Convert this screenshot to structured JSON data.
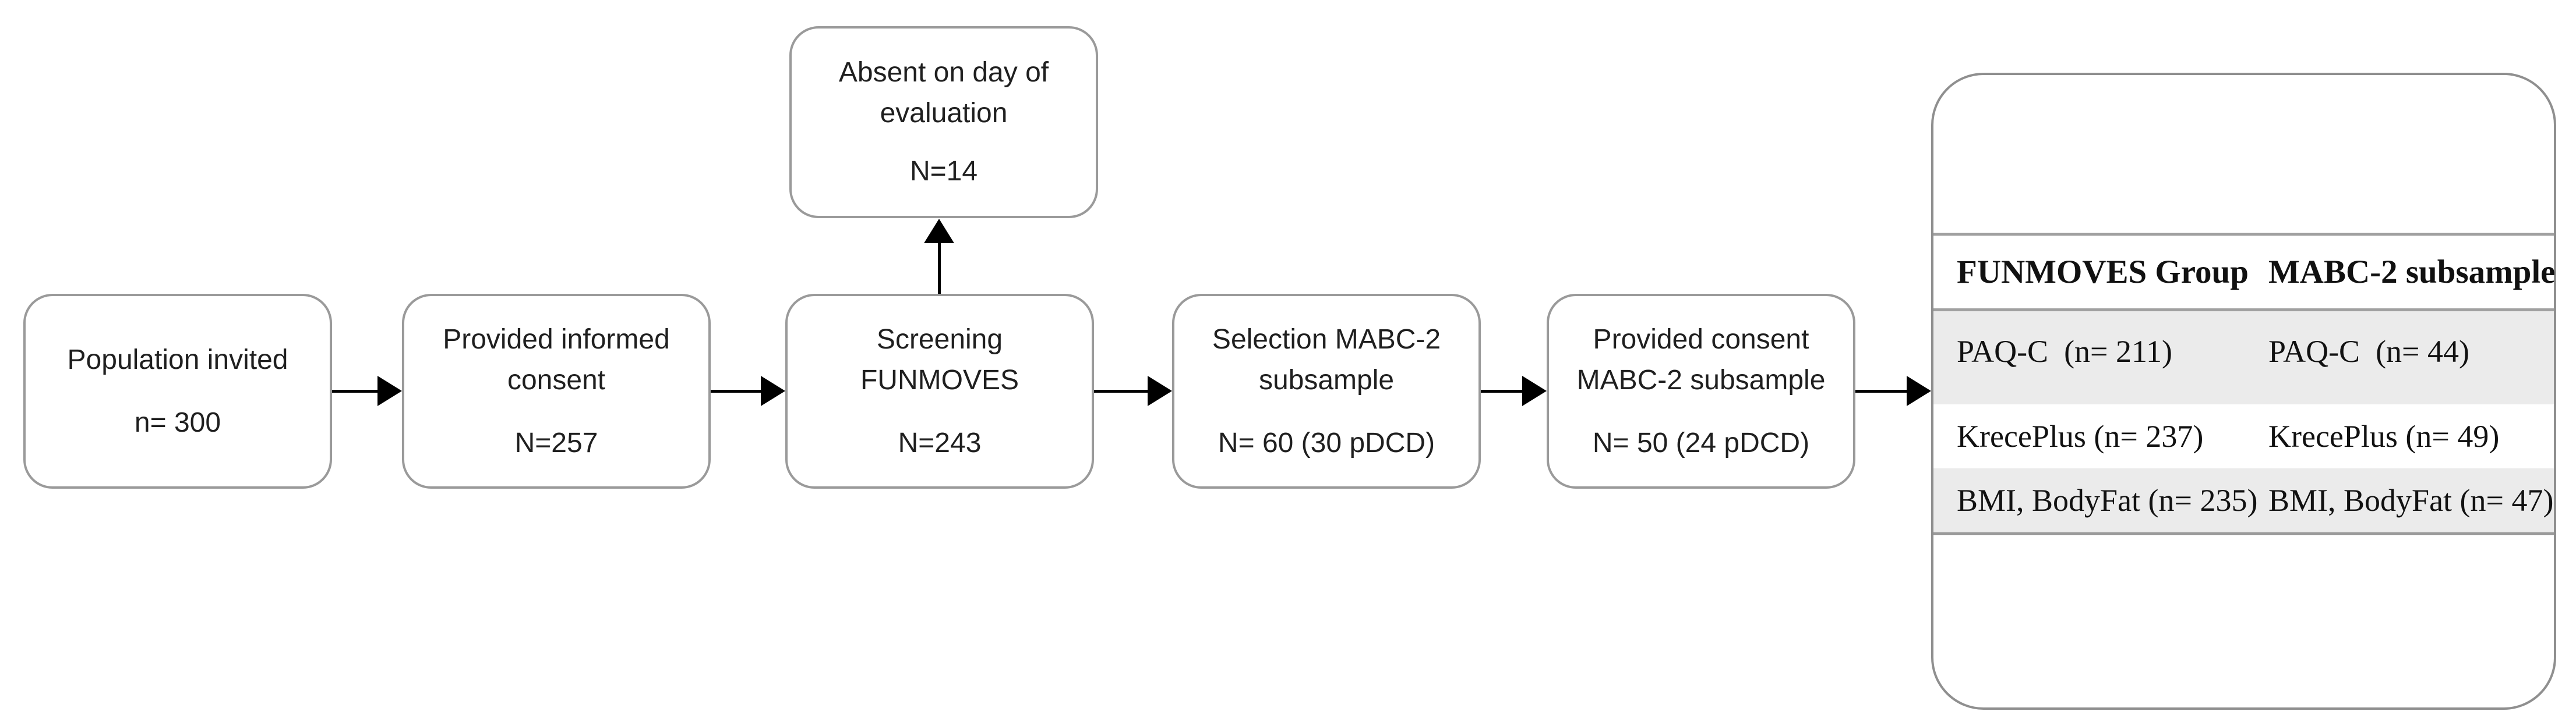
{
  "figure": {
    "background": "#ffffff",
    "colors": {
      "box_border": "#9a9a9a",
      "container_border": "#8f8f8f",
      "table_line": "#a0a0a0",
      "row_shade": "#ebebeb",
      "arrow": "#000000",
      "text": "#1f1f1f"
    }
  },
  "flow": {
    "boxes": [
      {
        "title": "Population invited",
        "count": "n= 300"
      },
      {
        "title": "Provided informed consent",
        "count": "N=257"
      },
      {
        "title": "Screening FUNMOVES",
        "count": "N=243"
      },
      {
        "title": "Selection MABC-2 subsample",
        "count": "N= 60 (30 pDCD)"
      },
      {
        "title": "Provided consent MABC-2 subsample",
        "count": "N= 50 (24 pDCD)"
      }
    ],
    "excluded": {
      "title": "Absent on day of evaluation",
      "count": "N=14"
    }
  },
  "table": {
    "headers": [
      "FUNMOVES Group",
      "MABC-2 subsample"
    ],
    "rows": [
      [
        "PAQ-C  (n= 211)",
        "PAQ-C  (n= 44)"
      ],
      [
        "KrecePlus (n= 237)",
        "KrecePlus (n= 49)"
      ],
      [
        "BMI, BodyFat (n= 235)",
        "BMI, BodyFat (n= 47)"
      ]
    ]
  }
}
